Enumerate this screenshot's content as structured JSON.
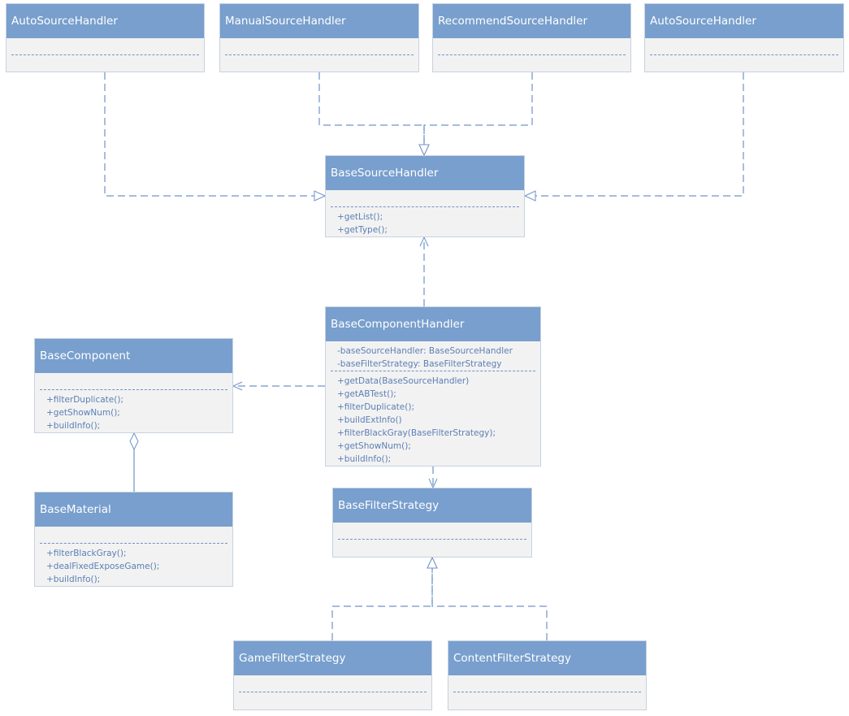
{
  "diagram": {
    "colors": {
      "header": "#789fcd",
      "body": "#f2f2f2",
      "line": "#6f93c8",
      "member_text": "#5b7fb5"
    },
    "classes": [
      {
        "id": "auto1",
        "name": "AutoSourceHandler",
        "attributes": [],
        "methods": []
      },
      {
        "id": "manual",
        "name": "ManualSourceHandler",
        "attributes": [],
        "methods": []
      },
      {
        "id": "recommend",
        "name": "RecommendSourceHandler",
        "attributes": [],
        "methods": []
      },
      {
        "id": "auto2",
        "name": "AutoSourceHandler",
        "attributes": [],
        "methods": []
      },
      {
        "id": "base-source",
        "name": "BaseSourceHandler",
        "attributes": [],
        "methods": [
          "+getList();",
          "+getType();"
        ]
      },
      {
        "id": "base-component-handler",
        "name": "BaseComponentHandler",
        "attributes": [
          "-baseSourceHandler: BaseSourceHandler",
          "-baseFilterStrategy: BaseFilterStrategy"
        ],
        "methods": [
          "+getData(BaseSourceHandler)",
          "+getABTest();",
          "+filterDuplicate();",
          "+buildExtInfo()",
          "+filterBlackGray(BaseFilterStrategy);",
          "+getShowNum();",
          "+buildInfo();"
        ]
      },
      {
        "id": "base-component",
        "name": "BaseComponent",
        "attributes": [],
        "methods": [
          "+filterDuplicate();",
          "+getShowNum();",
          "+buildInfo();"
        ]
      },
      {
        "id": "base-material",
        "name": "BaseMaterial",
        "attributes": [],
        "methods": [
          "+filterBlackGray();",
          "+dealFixedExposeGame();",
          "+buildInfo();"
        ]
      },
      {
        "id": "base-filter",
        "name": "BaseFilterStrategy",
        "attributes": [],
        "methods": []
      },
      {
        "id": "game-filter",
        "name": "GameFilterStrategy",
        "attributes": [],
        "methods": []
      },
      {
        "id": "content-filter",
        "name": "ContentFilterStrategy",
        "attributes": [],
        "methods": []
      }
    ],
    "relations": [
      {
        "from": "auto1",
        "to": "base-source",
        "type": "realization"
      },
      {
        "from": "manual",
        "to": "base-source",
        "type": "realization"
      },
      {
        "from": "recommend",
        "to": "base-source",
        "type": "realization"
      },
      {
        "from": "auto2",
        "to": "base-source",
        "type": "realization"
      },
      {
        "from": "base-component-handler",
        "to": "base-source",
        "type": "dependency"
      },
      {
        "from": "base-component-handler",
        "to": "base-component",
        "type": "dependency"
      },
      {
        "from": "base-component-handler",
        "to": "base-filter",
        "type": "dependency"
      },
      {
        "from": "base-material",
        "to": "base-component",
        "type": "aggregation"
      },
      {
        "from": "game-filter",
        "to": "base-filter",
        "type": "realization"
      },
      {
        "from": "content-filter",
        "to": "base-filter",
        "type": "realization"
      }
    ]
  }
}
